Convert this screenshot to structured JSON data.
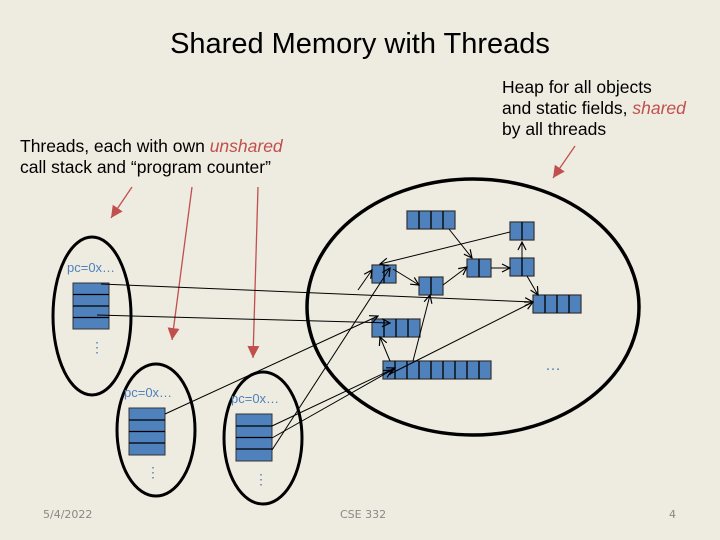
{
  "slide": {
    "title": "Shared Memory with Threads",
    "heap_label": {
      "line1": "Heap for all objects",
      "line2_prefix": "and static fields, ",
      "line2_emphasis": "shared",
      "line3": "by all threads"
    },
    "threads_label": {
      "line1_prefix": "Threads, each with own ",
      "line1_emphasis": "unshared",
      "line2": "call stack and “program counter”"
    },
    "thread_pc_label": "pc=0x…",
    "ellipsis_vertical": "⋮",
    "heap_more": "…",
    "colors": {
      "accent_red": "#c0504d",
      "box_fill": "#4f81bd",
      "pc_text": "#4f81bd",
      "background": "#eeebe0"
    }
  },
  "footer": {
    "date": "5/4/2022",
    "course": "CSE 332",
    "page": "4"
  }
}
